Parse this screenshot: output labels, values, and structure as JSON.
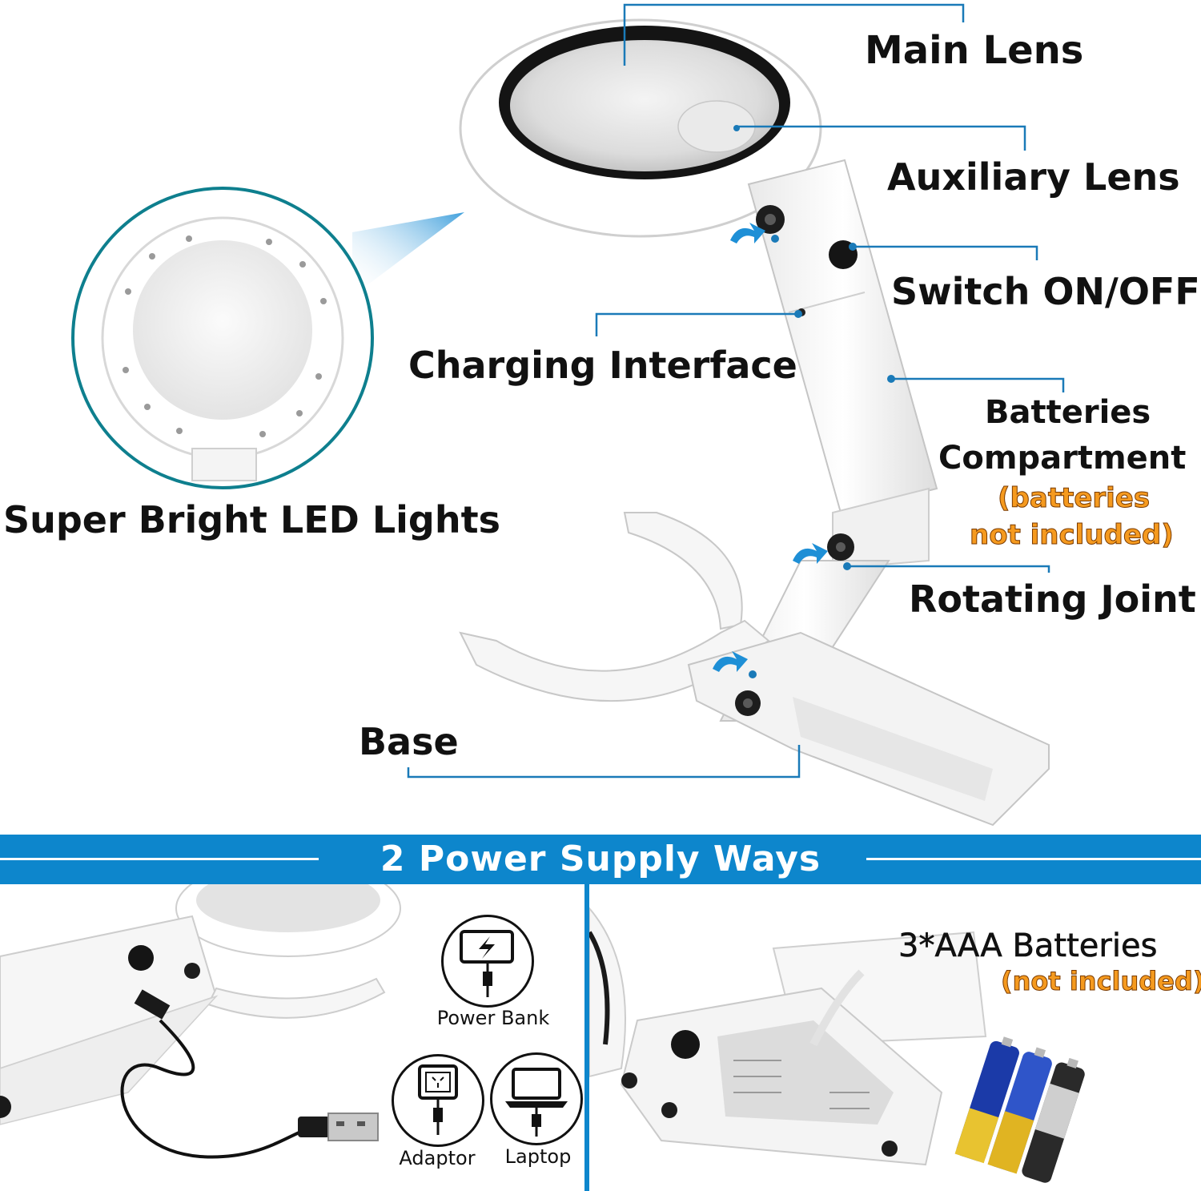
{
  "labels": {
    "main_lens": "Main Lens",
    "auxiliary_lens": "Auxiliary Lens",
    "switch": "Switch ON/OFF",
    "charging_interface": "Charging Interface",
    "batteries_line1": "Batteries",
    "batteries_line2": "Compartment",
    "batteries_note_line1": "(batteries",
    "batteries_note_line2": "not included)",
    "rotating_joint": "Rotating Joint",
    "base": "Base",
    "led_lights": "Super Bright LED Lights"
  },
  "power_section": {
    "title": "2 Power Supply Ways",
    "options": [
      {
        "label": "Power Bank",
        "icon": "power-bank-icon"
      },
      {
        "label": "Adaptor",
        "icon": "wall-adaptor-icon"
      },
      {
        "label": "Laptop",
        "icon": "laptop-icon"
      }
    ],
    "batteries_label": "3*AAA Batteries",
    "batteries_note": "(not included)"
  },
  "colors": {
    "accent_blue": "#0d86cc",
    "callout_line": "#1a7ab8",
    "note_orange": "#f59a1f",
    "teal_ring": "#0e7f8e"
  }
}
